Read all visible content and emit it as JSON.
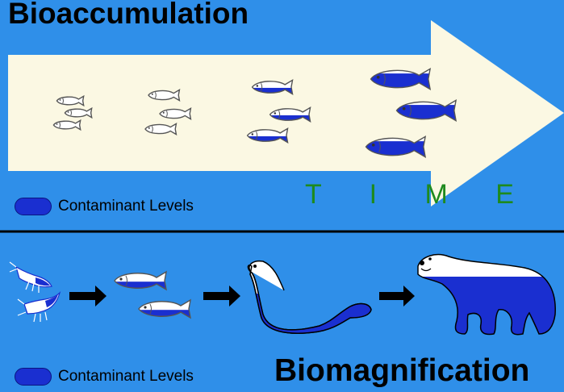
{
  "top": {
    "title": "Bioaccumulation",
    "axis_label": "T I M E",
    "legend_label": "Contaminant Levels"
  },
  "bottom": {
    "title": "Biomagnification",
    "legend_label": "Contaminant Levels"
  },
  "colors": {
    "background": "#2f8fe9",
    "arrow": "#fbf8e3",
    "contaminant": "#1a2fd0",
    "time_text": "#1e8a1e"
  },
  "fish_groups": [
    {
      "contaminant_fill": 0.0
    },
    {
      "contaminant_fill": 0.15
    },
    {
      "contaminant_fill": 0.45
    },
    {
      "contaminant_fill": 0.75
    }
  ],
  "food_chain": [
    {
      "organism": "shrimp",
      "icon": "shrimp-icon",
      "contaminant_fill": 0.1
    },
    {
      "organism": "fish",
      "icon": "fish-icon",
      "contaminant_fill": 0.45
    },
    {
      "organism": "seal",
      "icon": "seal-icon",
      "contaminant_fill": 0.6
    },
    {
      "organism": "polar bear",
      "icon": "polar-bear-icon",
      "contaminant_fill": 0.85
    }
  ]
}
